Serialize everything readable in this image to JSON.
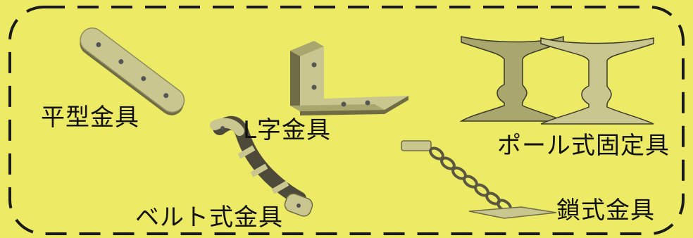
{
  "colors": {
    "background": "#EDEB66",
    "frame": "#1a1a1a",
    "metal_light": "#c9c690",
    "metal_mid": "#a9a66e",
    "metal_dark": "#6f6c45",
    "belt": "#4e4a3a"
  },
  "labels": {
    "flat": "平型金具",
    "l_shape": "L字金具",
    "pole": "ポール式固定具",
    "chain": "鎖式金具",
    "belt": "ベルト式金具"
  }
}
